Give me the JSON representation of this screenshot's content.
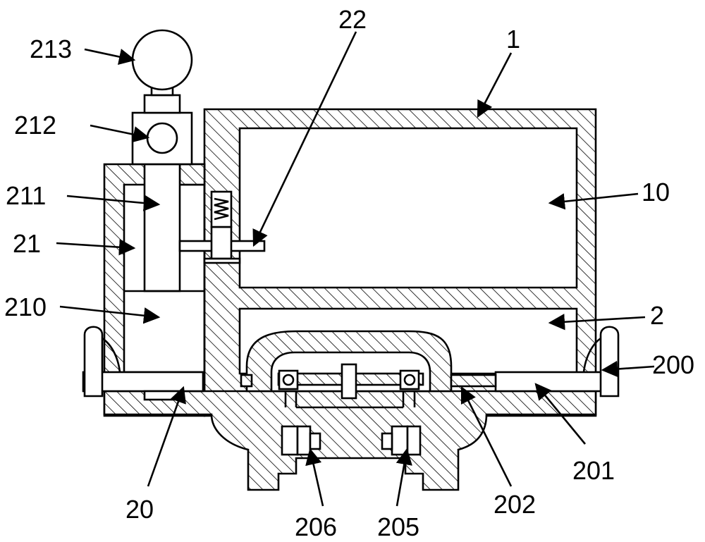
{
  "colors": {
    "line": "#000000",
    "background": "#ffffff"
  },
  "labels": [
    {
      "id": "l213",
      "text": "213"
    },
    {
      "id": "l212",
      "text": "212"
    },
    {
      "id": "l211",
      "text": "211"
    },
    {
      "id": "l21",
      "text": "21"
    },
    {
      "id": "l210",
      "text": "210"
    },
    {
      "id": "l22",
      "text": "22"
    },
    {
      "id": "l1",
      "text": "1"
    },
    {
      "id": "l10",
      "text": "10"
    },
    {
      "id": "l2",
      "text": "2"
    },
    {
      "id": "l200",
      "text": "200"
    },
    {
      "id": "l201",
      "text": "201"
    },
    {
      "id": "l202",
      "text": "202"
    },
    {
      "id": "l20",
      "text": "20"
    },
    {
      "id": "l206",
      "text": "206"
    },
    {
      "id": "l205",
      "text": "205"
    }
  ]
}
